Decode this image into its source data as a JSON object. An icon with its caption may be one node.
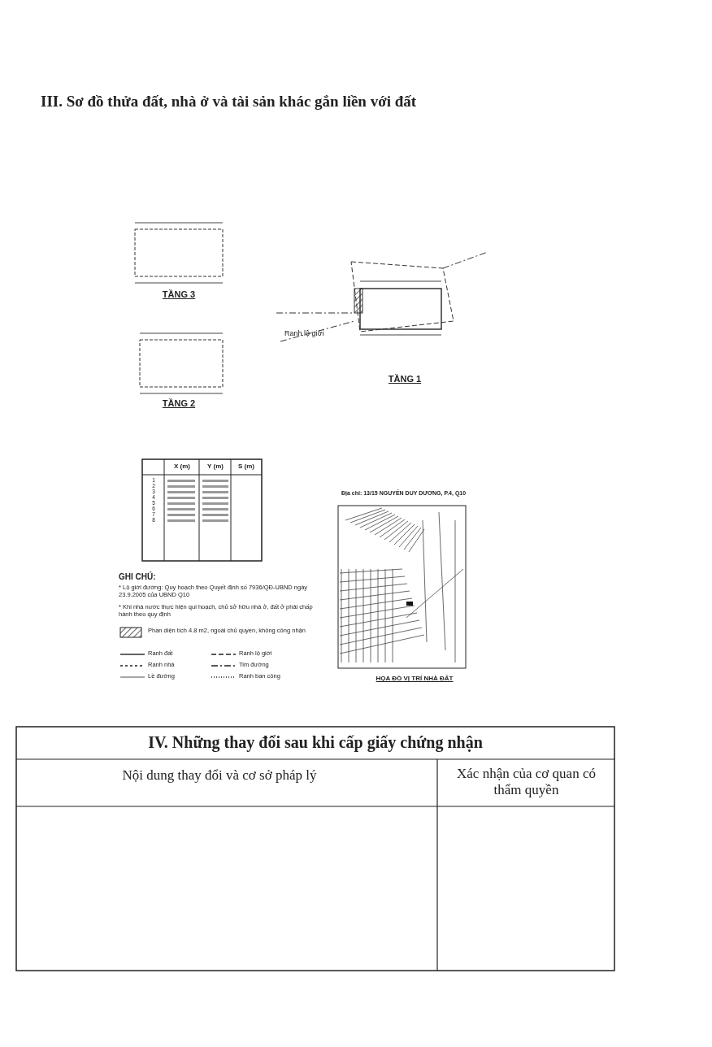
{
  "diagram": {
    "labels": [
      "III. Sơ đồ thửa đất, nhà ở và tài sản khác gắn liền với đất",
      "TẦNG 3",
      "TẦNG 2",
      "Ranh lộ giới",
      "TẦNG 1",
      "X (m)",
      "Y (m)",
      "S (m)",
      "1",
      "2",
      "3",
      "4",
      "5",
      "6",
      "7",
      "8",
      "GHI CHÚ:",
      "* Lộ giới đường: Quy hoạch theo Quyết định số 7936/QĐ-UBND ngày 23.9.2005 của UBND Q10",
      "* Khi nhà nước thực hiện qui hoạch, chủ sở hữu nhà ở, đất ở phải chấp hành theo quy định",
      "Địa chỉ: 13/15 NGUYỄN DUY DƯƠNG, P.4, Q10",
      "HỌA ĐỒ VỊ TRÍ NHÀ ĐẤT",
      "IV. Những thay đổi sau khi cấp giấy chứng nhận",
      "Nội dung thay đổi và cơ sở pháp lý",
      "Xác nhận của cơ quan có thẩm quyền"
    ],
    "legend": [
      {
        "text": "Phần diện tích 4.8 m2, ngoài chủ quyền, không công nhận"
      },
      {
        "text": "Ranh đất"
      },
      {
        "text": "Ranh lộ giới"
      },
      {
        "text": "Ranh nhà"
      },
      {
        "text": "Tim đường"
      },
      {
        "text": "Lề đường"
      },
      {
        "text": "Ranh ban công"
      }
    ]
  }
}
